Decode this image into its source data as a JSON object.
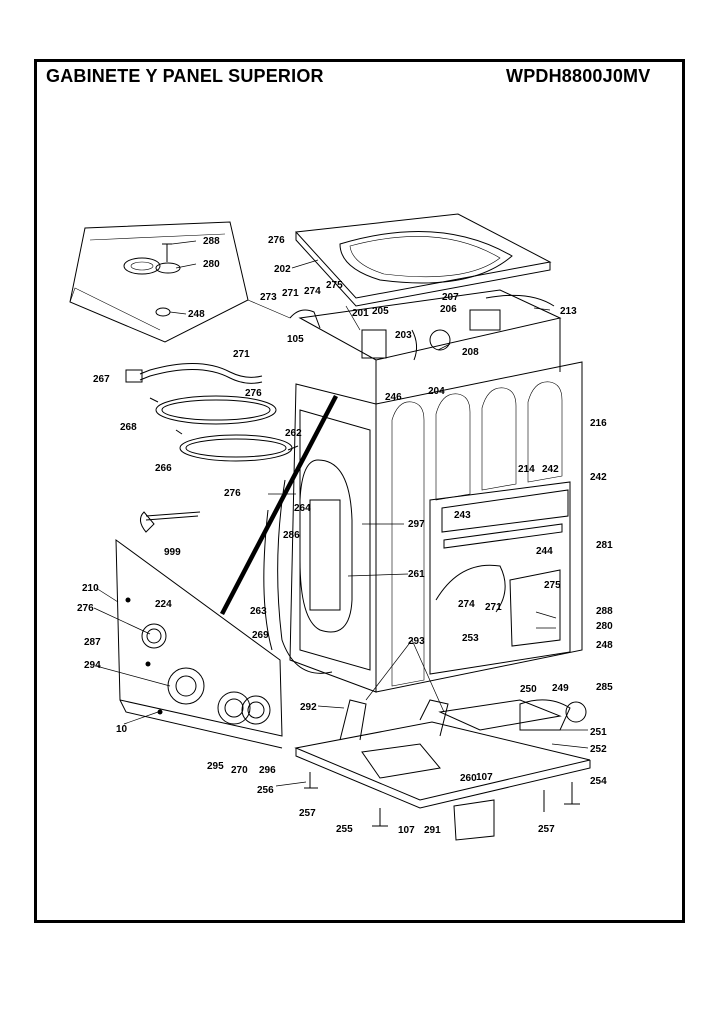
{
  "header": {
    "title": "GABINETE Y PANEL SUPERIOR",
    "model": "WPDH8800J0MV"
  },
  "callouts": [
    "276",
    "202",
    "275",
    "274",
    "271",
    "273",
    "207",
    "206",
    "205",
    "201",
    "213",
    "203",
    "208",
    "105",
    "271",
    "267",
    "276",
    "204",
    "246",
    "268",
    "262",
    "266",
    "216",
    "242",
    "214",
    "242",
    "243",
    "276",
    "264",
    "297",
    "281",
    "244",
    "999",
    "286",
    "261",
    "210",
    "224",
    "276",
    "263",
    "274",
    "271",
    "275",
    "288",
    "280",
    "248",
    "269",
    "287",
    "293",
    "253",
    "294",
    "10",
    "250",
    "249",
    "285",
    "292",
    "251",
    "252",
    "295",
    "270",
    "296",
    "107",
    "254",
    "256",
    "260",
    "257",
    "255",
    "107",
    "291",
    "257",
    "288",
    "280",
    "248"
  ]
}
